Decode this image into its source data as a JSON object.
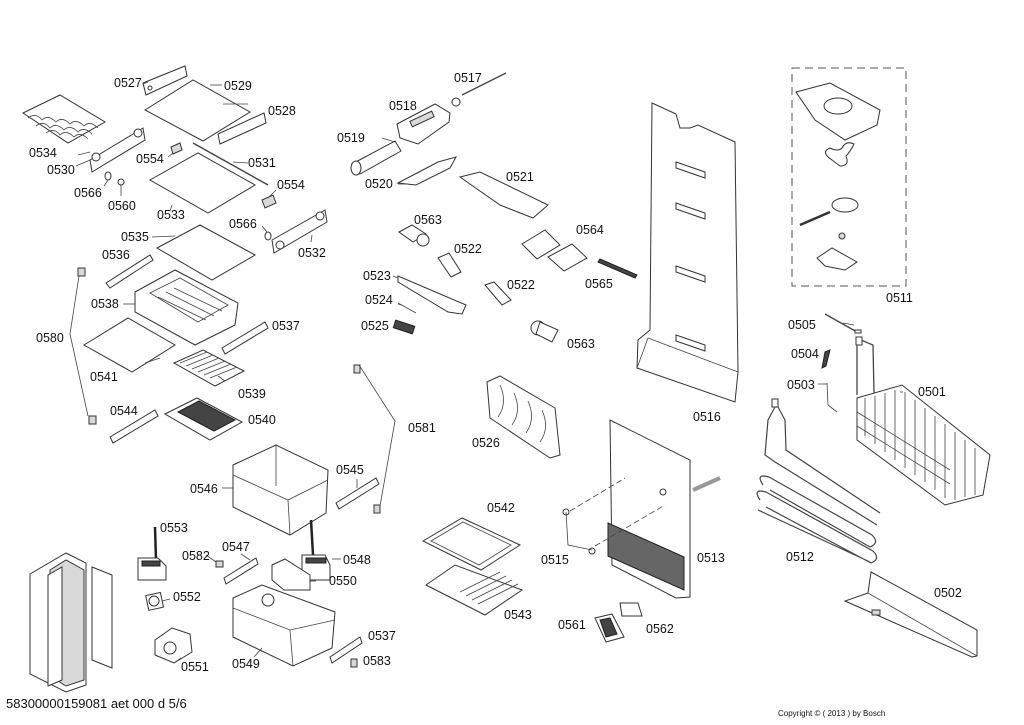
{
  "diagram": {
    "title": "Exploded parts diagram – refrigerator interior",
    "parts": [
      {
        "id": "0527",
        "label": "0527"
      },
      {
        "id": "0529",
        "label": "0529"
      },
      {
        "id": "0528",
        "label": "0528"
      },
      {
        "id": "0534",
        "label": "0534"
      },
      {
        "id": "0530",
        "label": "0530"
      },
      {
        "id": "0554a",
        "label": "0554"
      },
      {
        "id": "0531",
        "label": "0531"
      },
      {
        "id": "0566a",
        "label": "0566"
      },
      {
        "id": "0560",
        "label": "0560"
      },
      {
        "id": "0554b",
        "label": "0554"
      },
      {
        "id": "0533",
        "label": "0533"
      },
      {
        "id": "0566b",
        "label": "0566"
      },
      {
        "id": "0535",
        "label": "0535"
      },
      {
        "id": "0532",
        "label": "0532"
      },
      {
        "id": "0536",
        "label": "0536"
      },
      {
        "id": "0538",
        "label": "0538"
      },
      {
        "id": "0580",
        "label": "0580"
      },
      {
        "id": "0537a",
        "label": "0537"
      },
      {
        "id": "0541",
        "label": "0541"
      },
      {
        "id": "0539",
        "label": "0539"
      },
      {
        "id": "0544",
        "label": "0544"
      },
      {
        "id": "0540",
        "label": "0540"
      },
      {
        "id": "0546",
        "label": "0546"
      },
      {
        "id": "0545",
        "label": "0545"
      },
      {
        "id": "0553",
        "label": "0553"
      },
      {
        "id": "0582",
        "label": "0582"
      },
      {
        "id": "0547",
        "label": "0547"
      },
      {
        "id": "0548",
        "label": "0548"
      },
      {
        "id": "0550",
        "label": "0550"
      },
      {
        "id": "0552",
        "label": "0552"
      },
      {
        "id": "0551",
        "label": "0551"
      },
      {
        "id": "0549",
        "label": "0549"
      },
      {
        "id": "0537b",
        "label": "0537"
      },
      {
        "id": "0583",
        "label": "0583"
      },
      {
        "id": "0517",
        "label": "0517"
      },
      {
        "id": "0518",
        "label": "0518"
      },
      {
        "id": "0519",
        "label": "0519"
      },
      {
        "id": "0520",
        "label": "0520"
      },
      {
        "id": "0521",
        "label": "0521"
      },
      {
        "id": "0563a",
        "label": "0563"
      },
      {
        "id": "0522a",
        "label": "0522"
      },
      {
        "id": "0564",
        "label": "0564"
      },
      {
        "id": "0523",
        "label": "0523"
      },
      {
        "id": "0522b",
        "label": "0522"
      },
      {
        "id": "0565",
        "label": "0565"
      },
      {
        "id": "0524",
        "label": "0524"
      },
      {
        "id": "0525",
        "label": "0525"
      },
      {
        "id": "0563b",
        "label": "0563"
      },
      {
        "id": "0581",
        "label": "0581"
      },
      {
        "id": "0526",
        "label": "0526"
      },
      {
        "id": "0516",
        "label": "0516"
      },
      {
        "id": "0542",
        "label": "0542"
      },
      {
        "id": "0515",
        "label": "0515"
      },
      {
        "id": "0513",
        "label": "0513"
      },
      {
        "id": "0543",
        "label": "0543"
      },
      {
        "id": "0561",
        "label": "0561"
      },
      {
        "id": "0562",
        "label": "0562"
      },
      {
        "id": "0511",
        "label": "0511"
      },
      {
        "id": "0505",
        "label": "0505"
      },
      {
        "id": "0504",
        "label": "0504"
      },
      {
        "id": "0503",
        "label": "0503"
      },
      {
        "id": "0501",
        "label": "0501"
      },
      {
        "id": "0512",
        "label": "0512"
      },
      {
        "id": "0502",
        "label": "0502"
      }
    ]
  },
  "footer": {
    "document_id": "58300000159081 aet 000 d 5/6",
    "copyright": "Copyright © ( 2013 ) by Bosch"
  }
}
